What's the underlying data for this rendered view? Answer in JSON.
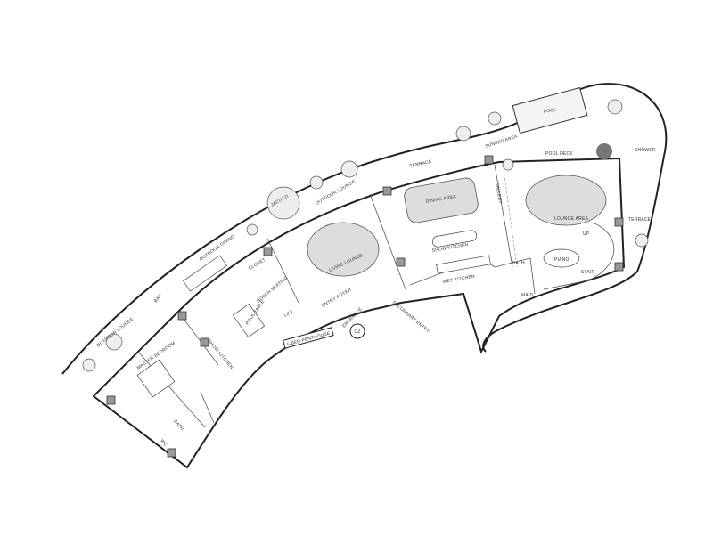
{
  "plan": {
    "unit_name": "5-BED PENTHOUSE",
    "level": "02",
    "rooms": {
      "outdoor_dining": "OUTDOOR DINING",
      "outdoor_lounge_left": "OUTDOOR LOUNGE",
      "bar": "BAR",
      "closet": "CLOSET",
      "booth_seating": "BOOTH SEATING",
      "pool_table": "POOL TABLE",
      "show_kitchen_left": "SHOW KITCHEN",
      "master_bedroom": "MASTER BEDROOM",
      "bath_left": "BATH",
      "wc": "WC",
      "jacuzzi": "JACUZZI",
      "outdoor_lounge": "OUTDOOR LOUNGE",
      "living_lounge": "LIVING LOUNGE",
      "entry_foyer": "ENTRY FOYER",
      "lift": "LIFT",
      "entrance": "ENTRANCE",
      "secondary_entry": "SECONDARY ENTRY",
      "dining_area": "DINING AREA",
      "show_kitchen": "SHOW KITCHEN",
      "wet_kitchen": "WET KITCHEN",
      "terrace_top": "TERRACE",
      "sunbed_area": "SUNBED AREA",
      "pool": "POOL",
      "pool_deck": "POOL DECK",
      "shower": "SHOWER",
      "gallery": "GALLERY",
      "lounge_area": "LOUNGE AREA",
      "up": "UP",
      "piano": "PIANO",
      "stair": "STAIR",
      "bath_right": "BATH",
      "maid": "MAID",
      "terrace_right": "TERRACE"
    }
  }
}
